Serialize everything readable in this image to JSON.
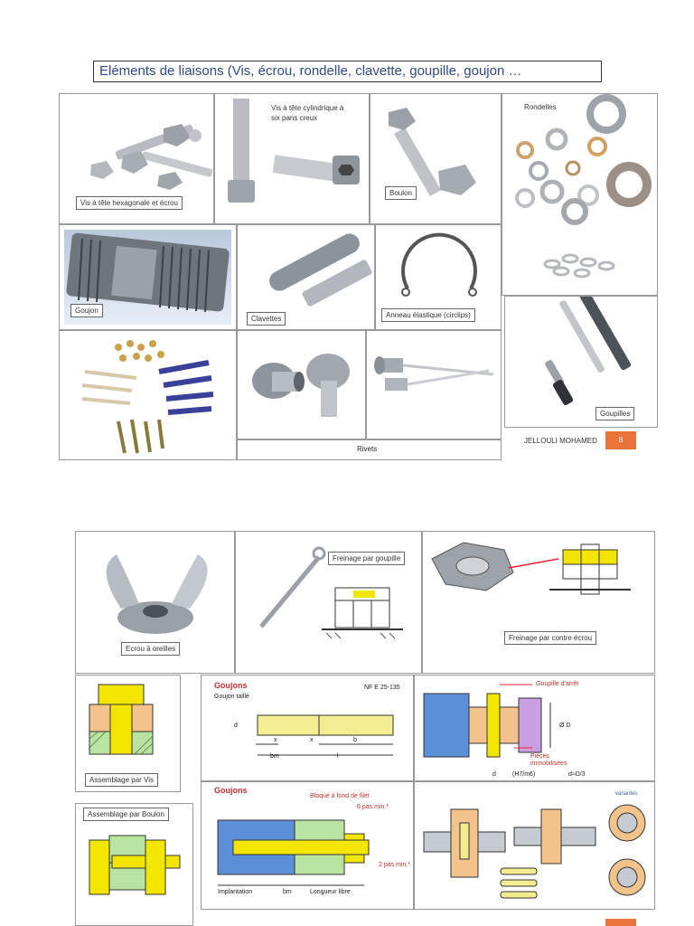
{
  "page1": {
    "title": "Eléments de liaisons (Vis, écrou, rondelle, clavette, goupille, goujon …",
    "labels": {
      "hex_screw": "Vis à tête hexagonale et écrou",
      "socket_screw": "Vis à tête cylindrique à six pans creux",
      "bolt": "Boulon",
      "washers": "Rondelles",
      "stud": "Goujon",
      "keys": "Clavettes",
      "circlip": "Anneau élastique (circlips)",
      "pins": "Goupilles",
      "rivets": "Rivets"
    },
    "author": "JELLOULI MOHAMED",
    "page_number": "8"
  },
  "page2": {
    "labels": {
      "wing_nut": "Ecrou à oreilles",
      "split_pin": "Freinage par goupille",
      "lock_nut": "Freinage par contre écrou",
      "screw_assembly": "Assemblage par Vis",
      "bolt_assembly": "Assemblage par Boulon"
    },
    "goujons_top": {
      "heading": "Goujons",
      "subheading": "Goujon taillé",
      "norm": "NF E 25-135",
      "dims": [
        "d",
        "x",
        "x",
        "b",
        "bm",
        "l"
      ]
    },
    "stop_pin": {
      "label": "Goupille d'arrêt",
      "parts": "Pièces immobilisées",
      "d_label": "d",
      "fit": "(H7/m6)",
      "formula": "d≈D/3",
      "D_label": "Ø D"
    },
    "goujons_bottom": {
      "heading": "Goujons",
      "blocked": "Bloqué à fond de filet",
      "pitch1": "6 pas min.*",
      "pitch2": "2 pas min.*",
      "implantation": "Implantation",
      "bm": "bm",
      "free_length": "Longueur libre"
    },
    "pin_variants": {
      "label": "variantes"
    }
  }
}
